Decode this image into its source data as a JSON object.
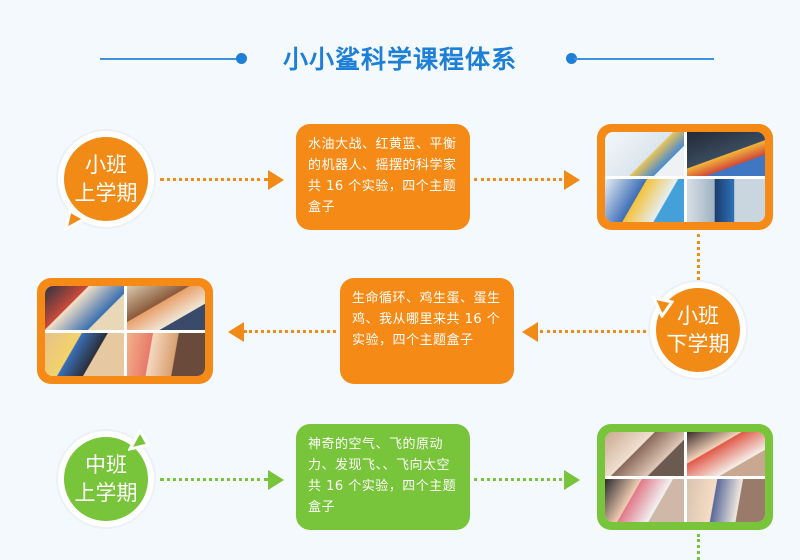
{
  "title": "小小鲨科学课程体系",
  "colors": {
    "orange": "#f28a16",
    "green": "#78c43a",
    "blue": "#1e7fd6",
    "background": "#f3f9fd"
  },
  "stages": [
    {
      "badge_line1": "小班",
      "badge_line2": "上学期",
      "description": "水油大战、红黄蓝、平衡的机器人、摇摆的科学家共 16 个实验，四个主题盒子",
      "photo_icon": "science-experiment-photo-collage"
    },
    {
      "badge_line1": "小班",
      "badge_line2": "下学期",
      "description": "生命循环、鸡生蛋、蛋生鸡、我从哪里来共 16 个实验，四个主题盒子",
      "photo_icon": "children-crafts-photo-collage"
    },
    {
      "badge_line1": "中班",
      "badge_line2": "上学期",
      "description": "神奇的空气、飞的原动力、发现飞、、飞向太空共 16 个实验，四个主题盒子",
      "photo_icon": "children-experiment-photo-collage"
    }
  ]
}
